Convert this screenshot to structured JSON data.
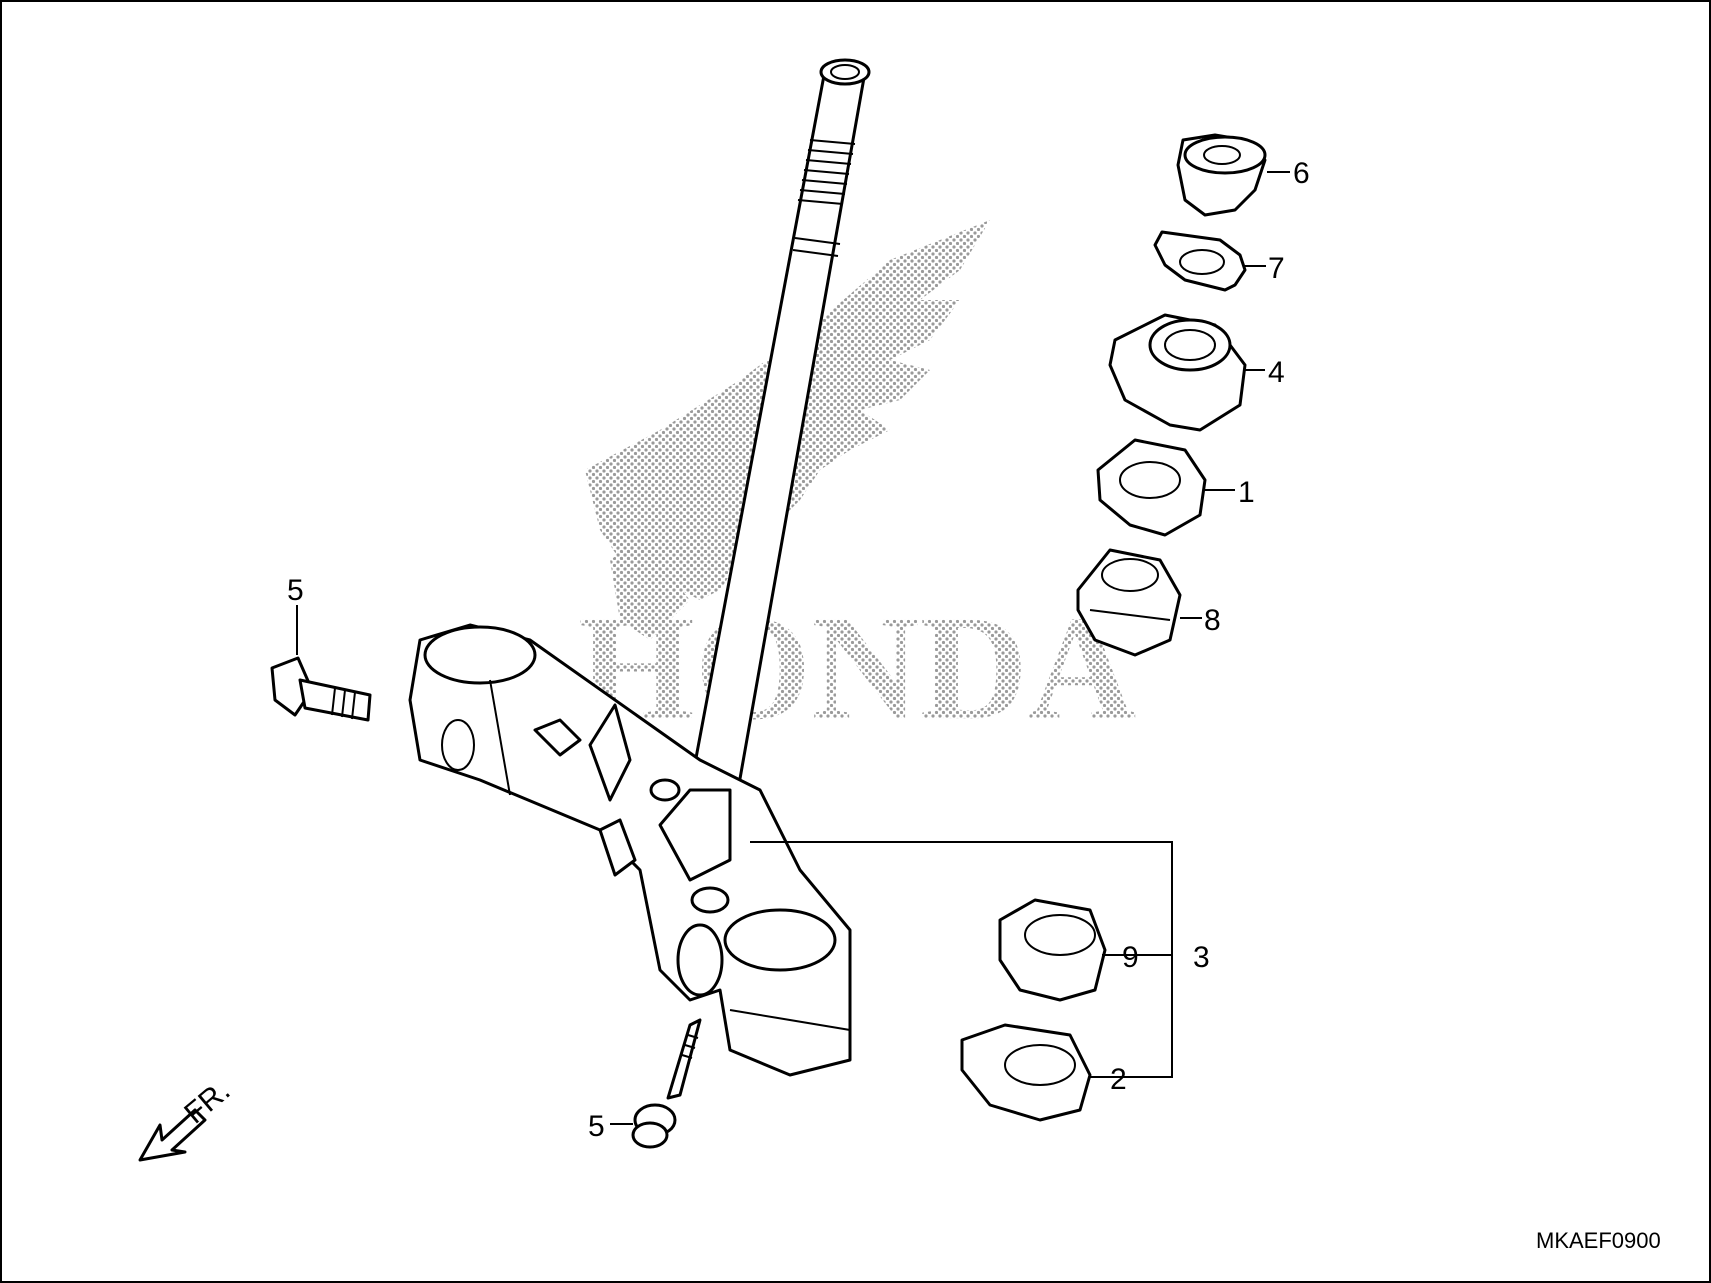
{
  "diagram": {
    "watermark_text": "HONDA",
    "diagram_code": "MKAEF0900",
    "front_marker": "FR.",
    "callouts": {
      "p6": "6",
      "p7": "7",
      "p4": "4",
      "p1": "1",
      "p8": "8",
      "p9": "9",
      "p3": "3",
      "p2": "2",
      "p5_upper": "5",
      "p5_lower": "5"
    }
  }
}
